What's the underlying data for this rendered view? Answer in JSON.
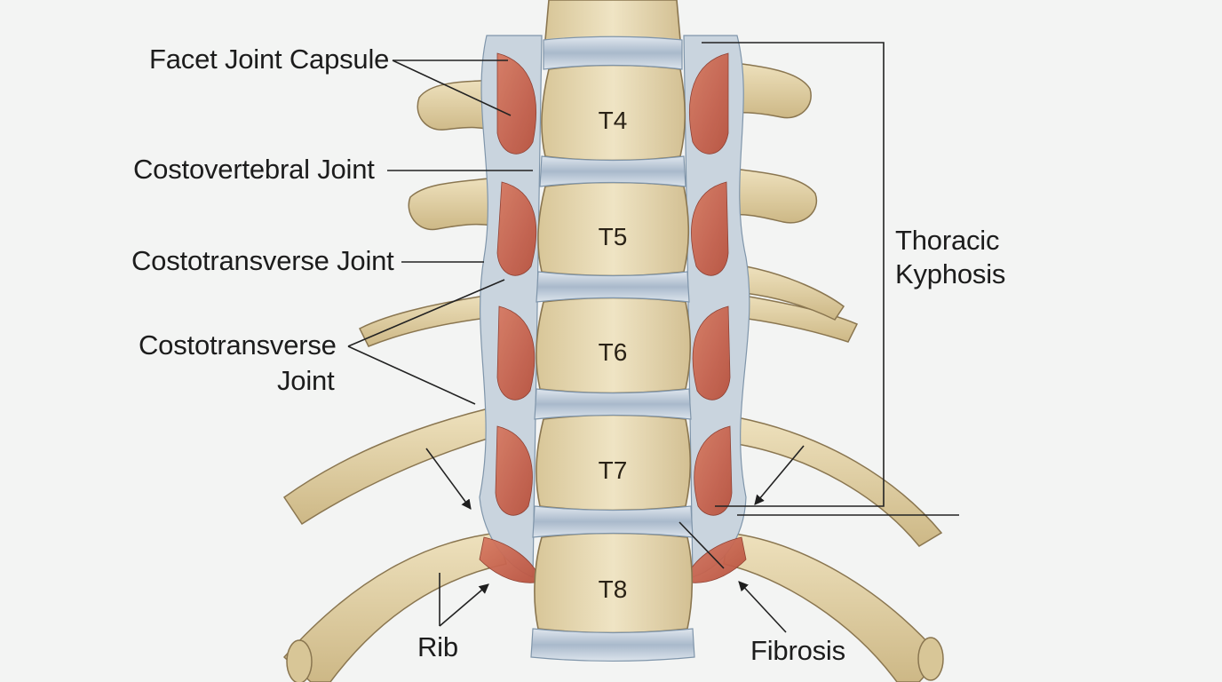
{
  "labels": {
    "facet_joint_capsule": "Facet Joint Capsule",
    "costovertebral_joint": "Costovertebral Joint",
    "costotransverse_joint_1": "Costotransverse Joint",
    "costotransverse_joint_2_line1": "Costotransverse",
    "costotransverse_joint_2_line2": "Joint",
    "thoracic_kyphosis_line1": "Thoracic",
    "thoracic_kyphosis_line2": "Kyphosis",
    "rib": "Rib",
    "fibrosis": "Fibrosis"
  },
  "vertebrae": [
    "T4",
    "T5",
    "T6",
    "T7",
    "T8"
  ],
  "colors": {
    "bone": "#e9dcb8",
    "bone_shadow": "#c9b486",
    "disc": "#b9c6d4",
    "ligament": "#c9d4de",
    "muscle": "#c8604a",
    "outline": "#8a7650",
    "leader_line": "#222222"
  }
}
